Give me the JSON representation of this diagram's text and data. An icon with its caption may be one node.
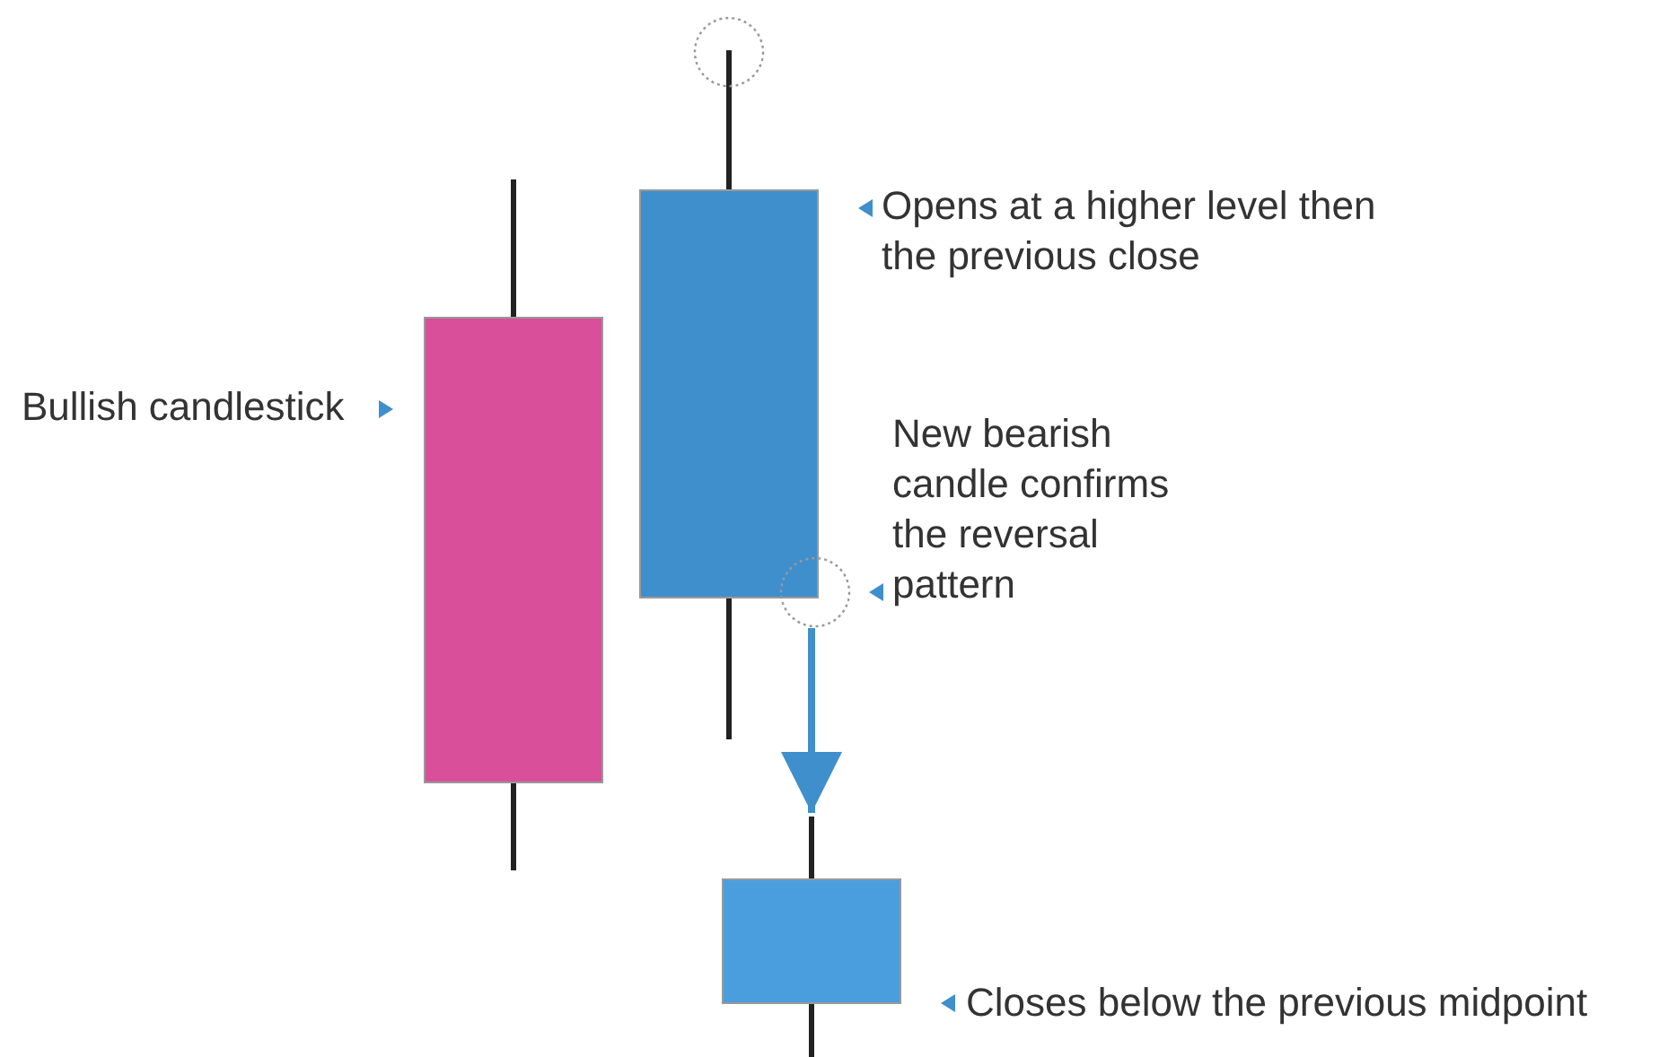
{
  "diagram": {
    "nodes": [
      {
        "text": [],
        "shape": "circle"
      },
      {
        "text": [],
        "shape": "bar",
        "beside": [
          "Bullish candlestick"
        ]
      },
      {
        "text": [],
        "shape": "bar",
        "beside": [
          "Opens at a higher level then the previous close"
        ]
      },
      {
        "text": [],
        "shape": "circle"
      },
      {
        "text": [],
        "shape": "bar",
        "beside": [
          "Closes below the previous midpoint"
        ]
      }
    ],
    "edges": [
      {
        "from": 3,
        "to": 4,
        "arrow": "to"
      }
    ],
    "labels": [
      "New bearish candle confirms the reversal pattern"
    ]
  }
}
